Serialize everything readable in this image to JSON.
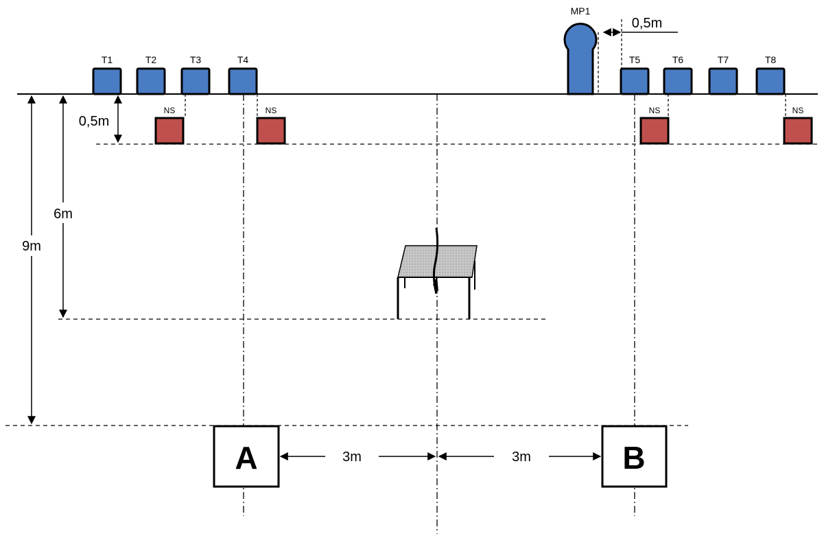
{
  "speakers_top": [
    "T1",
    "T2",
    "T3",
    "T4"
  ],
  "speakers_right": [
    "T5",
    "T6",
    "T7",
    "T8"
  ],
  "mic_label": "MP1",
  "ns_label": "NS",
  "dimensions": {
    "d_half_top": "0,5m",
    "d_half_mic": "0,5m",
    "d_six": "6m",
    "d_nine": "9m",
    "d_three_left": "3m",
    "d_three_right": "3m"
  },
  "positions": {
    "a": "A",
    "b": "B"
  },
  "colors": {
    "speaker_fill": "#4a7cc3",
    "ns_fill": "#c0504d",
    "table_fill": "#cfcfcf",
    "stroke": "#000000"
  }
}
